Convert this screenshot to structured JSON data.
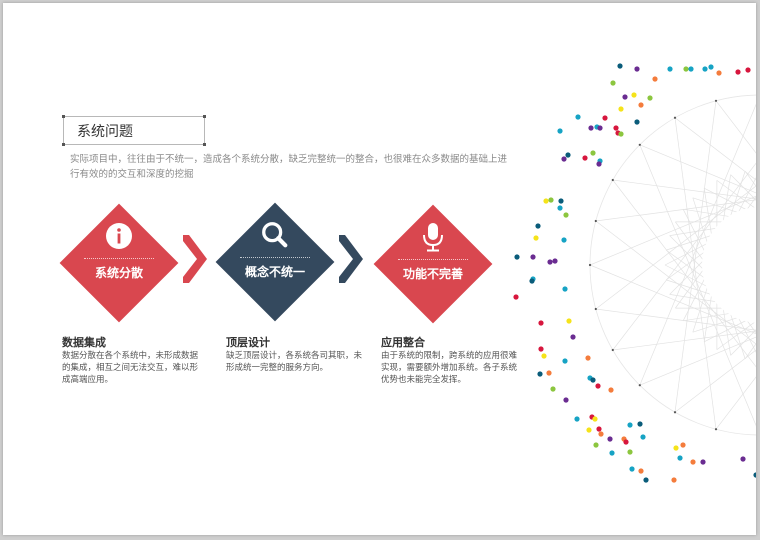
{
  "section": {
    "title": "系统问题",
    "intro": "实际项目中，往往由于不统一，造成各个系统分散，缺乏完整统一的整合，也很难在众多数据的基础上进行有效的的交互和深度的挖掘"
  },
  "colors": {
    "red": "#d9474f",
    "navy": "#34495e",
    "dot_palette": [
      "#0a5c7a",
      "#6a2c91",
      "#16a3c4",
      "#8cc63f",
      "#f47c3c",
      "#d7163d",
      "#f5e31a"
    ]
  },
  "steps": [
    {
      "icon": "info-icon",
      "label": "系统分散",
      "color": "#d9474f"
    },
    {
      "icon": "search-icon",
      "label": "概念不统一",
      "color": "#34495e"
    },
    {
      "icon": "microphone-icon",
      "label": "功能不完善",
      "color": "#d9474f"
    }
  ],
  "items": [
    {
      "title": "数据集成",
      "desc": "数据分散在各个系统中，未形成数据的集成，相互之间无法交互，难以形成高端应用。"
    },
    {
      "title": "顶层设计",
      "desc": "缺乏顶层设计，各系统各司其职，未形成统一完整的服务方向。"
    },
    {
      "title": "应用整合",
      "desc": "由于系统的限制，跨系统的应用很难实现，需要额外增加系统。各子系统优势也未能完全发挥。"
    }
  ]
}
